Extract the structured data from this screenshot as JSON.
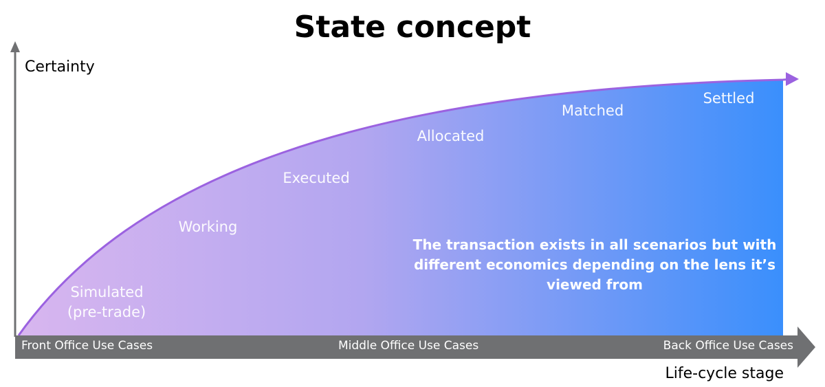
{
  "title": "State concept",
  "y_axis_label": "Certainty",
  "x_axis_label": "Life-cycle stage",
  "stages": [
    "Simulated",
    "(pre-trade)",
    "Working",
    "Executed",
    "Allocated",
    "Matched",
    "Settled"
  ],
  "bar_labels": [
    "Front Office Use Cases",
    "Middle Office Use Cases",
    "Back Office Use Cases"
  ],
  "note": "The transaction exists in all scenarios but with different economics depending on the lens it’s viewed from",
  "colors": {
    "gradient_start": "#d8b6ef",
    "gradient_end": "#3a8ffc",
    "curve": "#9b62e0",
    "axis": "#6f7072"
  }
}
